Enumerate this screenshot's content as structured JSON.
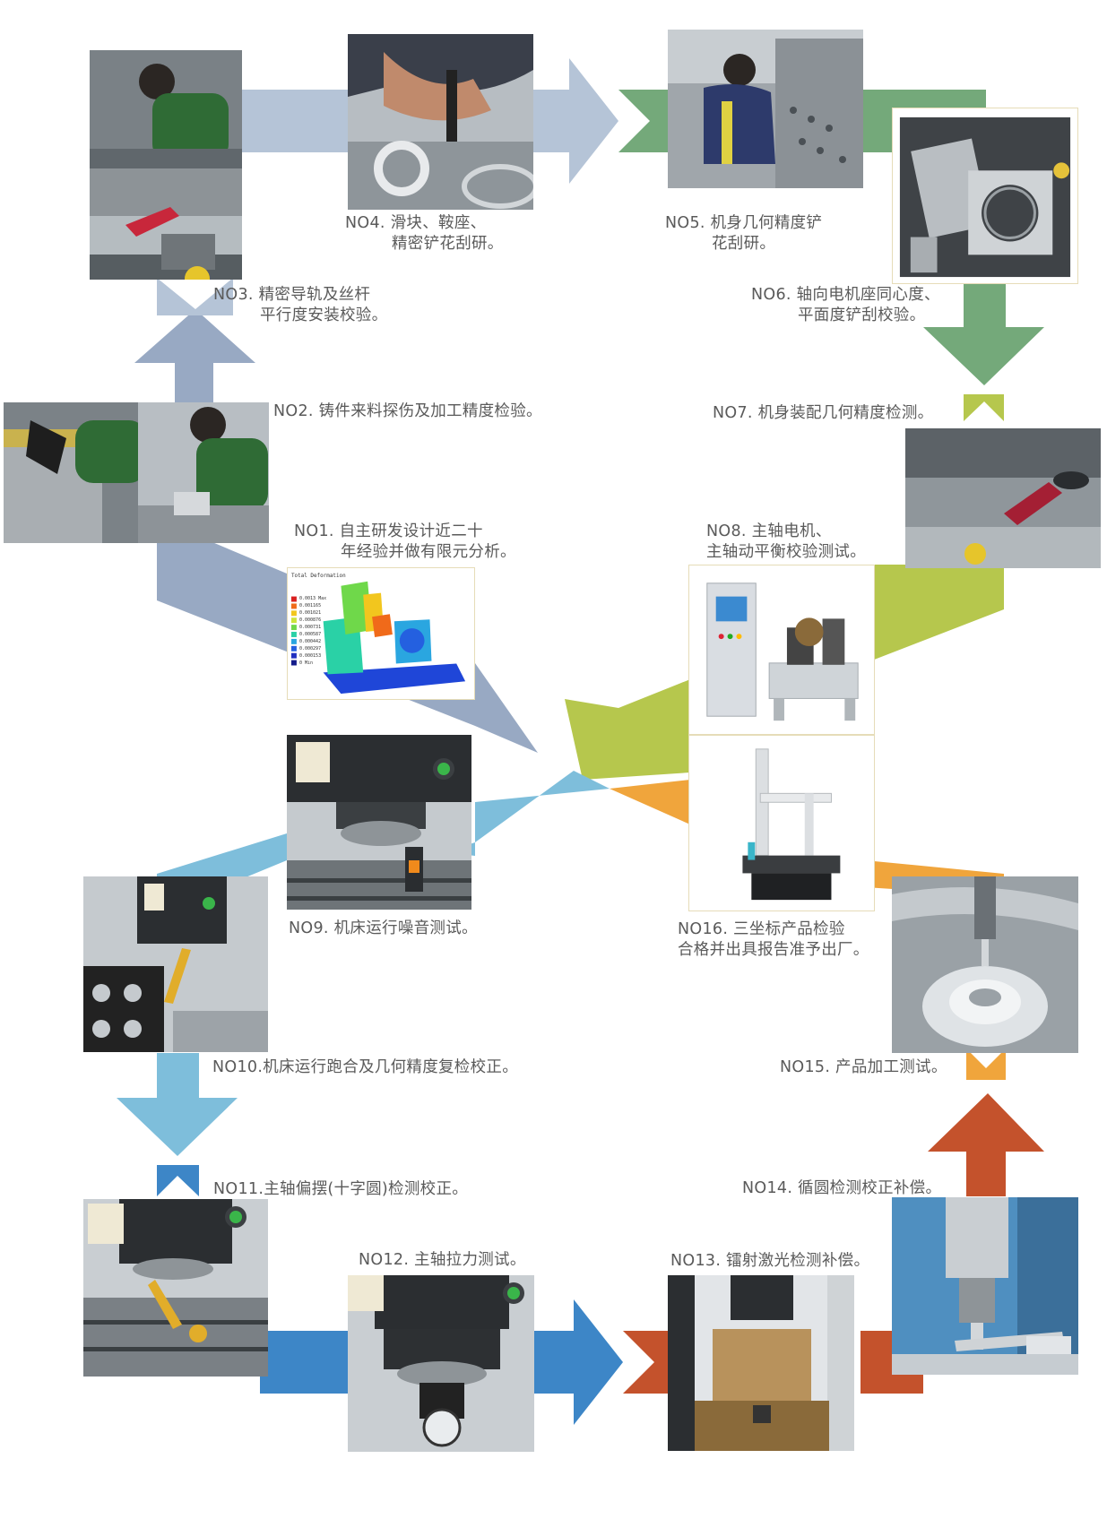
{
  "steps": [
    {
      "id": "no1",
      "lines": [
        "NO1. 自主研发设计近二十",
        "年经验并做有限元分析。"
      ]
    },
    {
      "id": "no2",
      "lines": [
        "NO2. 铸件来料探伤及加工精度检验。"
      ]
    },
    {
      "id": "no3",
      "lines": [
        "NO3. 精密导轨及丝杆",
        "平行度安装校验。"
      ]
    },
    {
      "id": "no4",
      "lines": [
        "NO4. 滑块、鞍座、",
        "精密铲花刮研。"
      ]
    },
    {
      "id": "no5",
      "lines": [
        "NO5. 机身几何精度铲",
        "花刮研。"
      ]
    },
    {
      "id": "no6",
      "lines": [
        "NO6. 轴向电机座同心度、",
        "平面度铲刮校验。"
      ]
    },
    {
      "id": "no7",
      "lines": [
        "NO7. 机身装配几何精度检测。"
      ]
    },
    {
      "id": "no8",
      "lines": [
        "NO8. 主轴电机、",
        "主轴动平衡校验测试。"
      ]
    },
    {
      "id": "no9",
      "lines": [
        "NO9. 机床运行噪音测试。"
      ]
    },
    {
      "id": "no10",
      "lines": [
        "NO10.机床运行跑合及几何精度复检校正。"
      ]
    },
    {
      "id": "no11",
      "lines": [
        "NO11.主轴偏摆(十字圆)检测校正。"
      ]
    },
    {
      "id": "no12",
      "lines": [
        "NO12. 主轴拉力测试。"
      ]
    },
    {
      "id": "no13",
      "lines": [
        "NO13. 镭射激光检测补偿。"
      ]
    },
    {
      "id": "no14",
      "lines": [
        "NO14. 循圆检测校正补偿。"
      ]
    },
    {
      "id": "no15",
      "lines": [
        "NO15. 产品加工测试。"
      ]
    },
    {
      "id": "no16",
      "lines": [
        "NO16. 三坐标产品检验",
        "合格并出具报告准予出厂。"
      ]
    }
  ],
  "fem_legend_values": [
    "0.0013 Max",
    "0.001165",
    "0.001021",
    "0.000876",
    "0.000731",
    "0.000587",
    "0.000442",
    "0.000297",
    "0.000153",
    "0 Min"
  ],
  "colors": {
    "steel_blue": "#98a9c3",
    "light_blue_gray": "#b5c4d7",
    "green": "#74a97a",
    "lime": "#b6c74d",
    "sky_blue": "#7ebedb",
    "orange": "#f0a53c",
    "rust": "#c4522c",
    "royal_blue": "#3d86c7",
    "text": "#5a5a5a"
  }
}
